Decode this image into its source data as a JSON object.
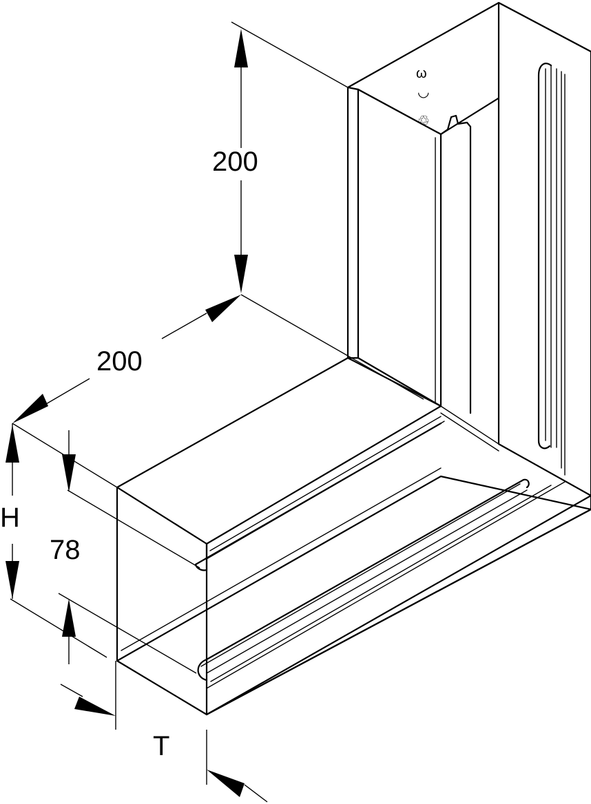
{
  "dimensions": {
    "vertical_leg_length": "200",
    "horizontal_leg_length": "200",
    "height_label": "H",
    "height_value": "78",
    "depth_label": "T"
  },
  "markings": {
    "material_symbol_1": "ω",
    "material_symbol_2": "◡",
    "recycle_symbol": "♲"
  },
  "colors": {
    "line": "#000000",
    "background": "#ffffff"
  }
}
